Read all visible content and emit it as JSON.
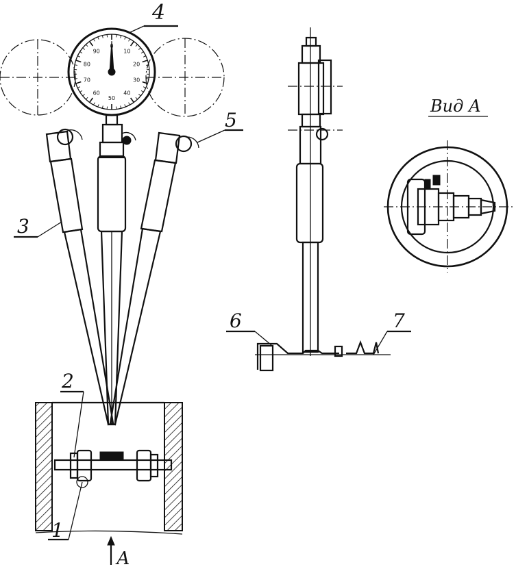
{
  "labels": {
    "part_1": "1",
    "part_2": "2",
    "part_3": "3",
    "part_4": "4",
    "part_5": "5",
    "part_6": "6",
    "part_7": "7",
    "view_title": "Вид А",
    "arrow_label": "А"
  },
  "dial": {
    "numbers": [
      "0",
      "10",
      "20",
      "30",
      "40",
      "50",
      "60",
      "70",
      "80",
      "90"
    ]
  }
}
